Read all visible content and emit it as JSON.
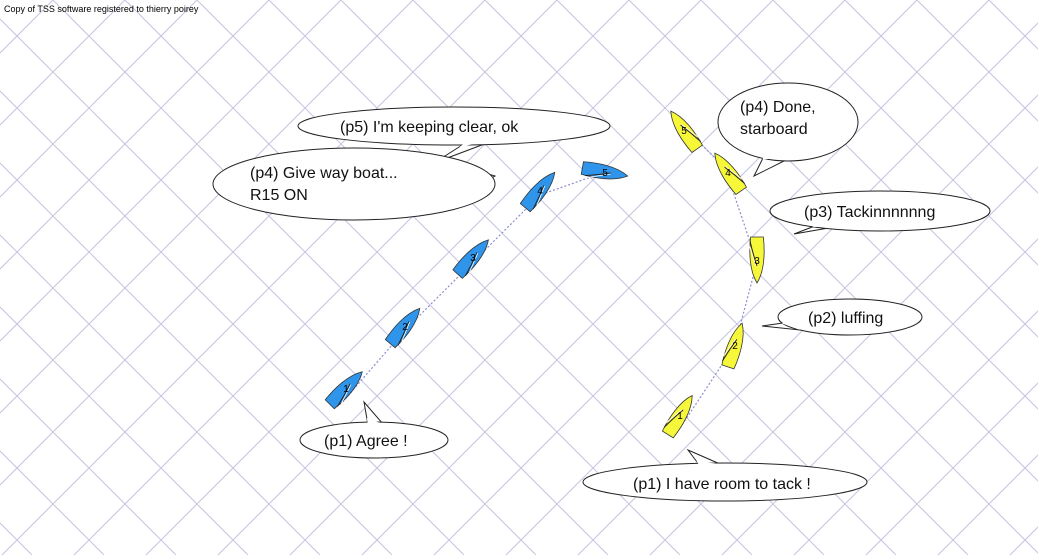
{
  "credit": "Copy of TSS software registered to thierry poirey",
  "colors": {
    "blue_boat": "#2e95ea",
    "yellow_boat": "#f7f73a",
    "grid": "#c4c4e0",
    "outline": "#333333"
  },
  "blue_boat": {
    "color": "blue",
    "positions": [
      "1",
      "2",
      "3",
      "4",
      "5"
    ]
  },
  "yellow_boat": {
    "color": "yellow",
    "positions": [
      "1",
      "2",
      "3",
      "4",
      "5"
    ]
  },
  "bubbles": {
    "p5_blue": {
      "lines": [
        "(p5) I'm keeping clear, ok"
      ]
    },
    "p4_blue": {
      "lines": [
        "(p4) Give way boat...",
        "R15 ON"
      ]
    },
    "p1_blue": {
      "lines": [
        "(p1) Agree !"
      ]
    },
    "p4_yellow": {
      "lines": [
        "(p4) Done,",
        "starboard"
      ]
    },
    "p3_yellow": {
      "lines": [
        "(p3) Tackinnnnnng"
      ]
    },
    "p2_yellow": {
      "lines": [
        "(p2) luffing"
      ]
    },
    "p1_yellow": {
      "lines": [
        "(p1) I have room to tack !"
      ]
    }
  }
}
